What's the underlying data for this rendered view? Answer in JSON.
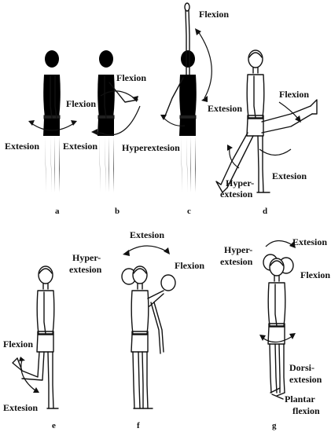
{
  "panels": {
    "a": {
      "caption": "a",
      "labels": {
        "extension": "Extesion"
      }
    },
    "b": {
      "caption": "b",
      "labels": {
        "flexion_top": "Flexion",
        "flexion_left": "Flexion",
        "extension": "Extesion",
        "hyperextension": "Hyperextesion"
      }
    },
    "c": {
      "caption": "c",
      "labels": {
        "flexion": "Flexion",
        "extension": "Extesion"
      }
    },
    "d": {
      "caption": "d",
      "labels": {
        "flexion": "Flexion",
        "extension": "Extesion",
        "hyper": "Hyper-",
        "hyper2": "extesion"
      }
    },
    "e": {
      "caption": "e",
      "labels": {
        "flexion": "Flexion",
        "extension": "Extesion"
      }
    },
    "f": {
      "caption": "f",
      "labels": {
        "extension": "Extesion",
        "hyper": "Hyper-",
        "hyper2": "extesion",
        "flexion": "Flexion"
      }
    },
    "g": {
      "caption": "g",
      "labels": {
        "hyper": "Hyper-",
        "hyper2": "extesion",
        "extension": "Extesion",
        "flexion": "Flexion",
        "dorsi": "Dorsi-",
        "dorsi2": "extesion",
        "plantar": "Plantar",
        "plantar2": "flexion"
      }
    }
  }
}
